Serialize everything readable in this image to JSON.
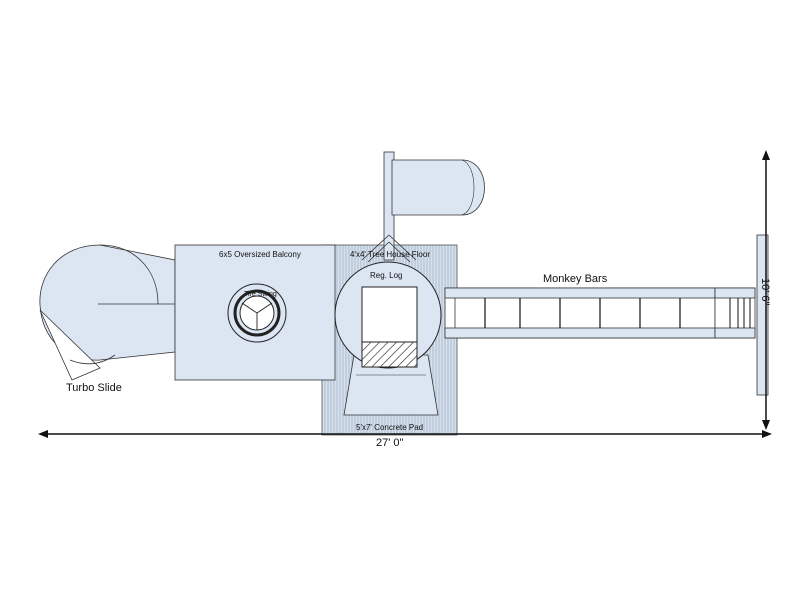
{
  "labels": {
    "balcony": "6x5 Oversized Balcony",
    "tree_house_floor": "4'x4' Tree House Floor",
    "reg_log": "Reg. Log",
    "tire_swing": "Tire Swing",
    "monkey_bars": "Monkey Bars",
    "turbo_slide": "Turbo Slide",
    "concrete_pad": "5'x7' Concrete Pad",
    "overall_length": "27' 0\"",
    "overall_width": "10' 6\""
  },
  "colors": {
    "fill_blue": "#dce6f2",
    "fill_hatch_bg": "#cfdbe9",
    "stroke": "#2a2a2a",
    "outline_dark": "#1a1a1a"
  }
}
